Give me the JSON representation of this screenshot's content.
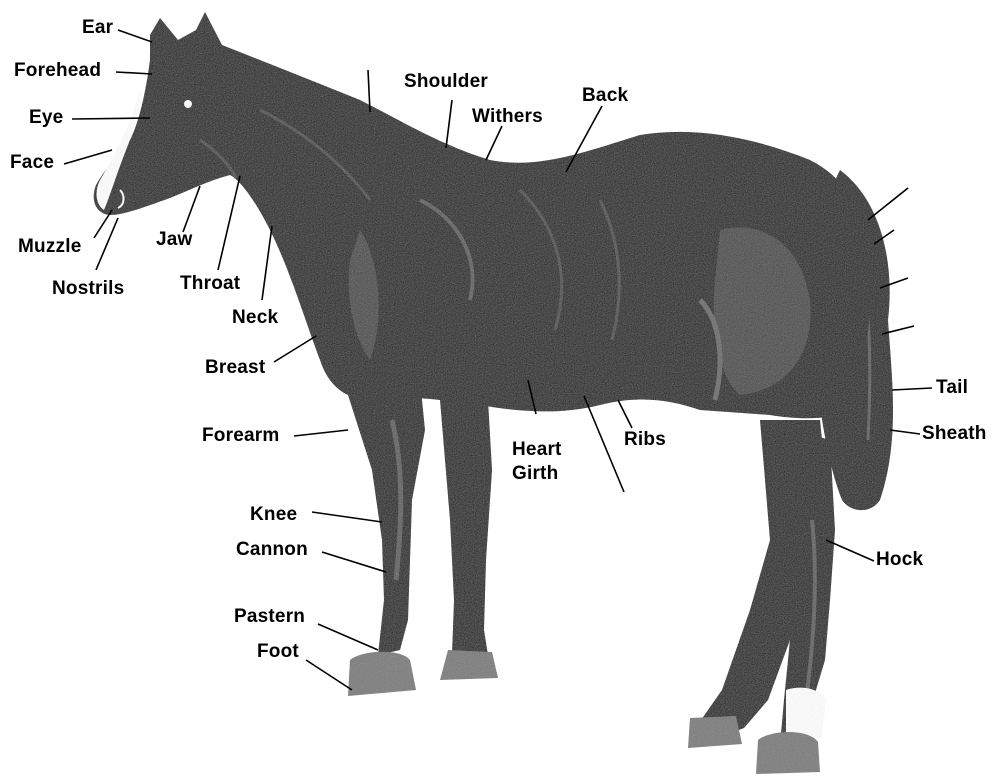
{
  "labels": {
    "ear": "Ear",
    "forehead": "Forehead",
    "eye": "Eye",
    "face": "Face",
    "muzzle": "Muzzle",
    "nostrils": "Nostrils",
    "jaw": "Jaw",
    "throat": "Throat",
    "neck": "Neck",
    "breast": "Breast",
    "forearm": "Forearm",
    "knee": "Knee",
    "cannon": "Cannon",
    "pastern": "Pastern",
    "foot": "Foot",
    "shoulder": "Shoulder",
    "withers": "Withers",
    "back": "Back",
    "heart_girth_line1": "Heart",
    "heart_girth_line2": "Girth",
    "ribs": "Ribs",
    "tail": "Tail",
    "sheath": "Sheath",
    "hock": "Hock"
  },
  "colors": {
    "body": "#1c1c1c",
    "highlight": "#5e5e5e",
    "hoof": "#7a7a7a",
    "blaze": "#ffffff",
    "label_text": "#000000",
    "leader_line": "#000000"
  }
}
